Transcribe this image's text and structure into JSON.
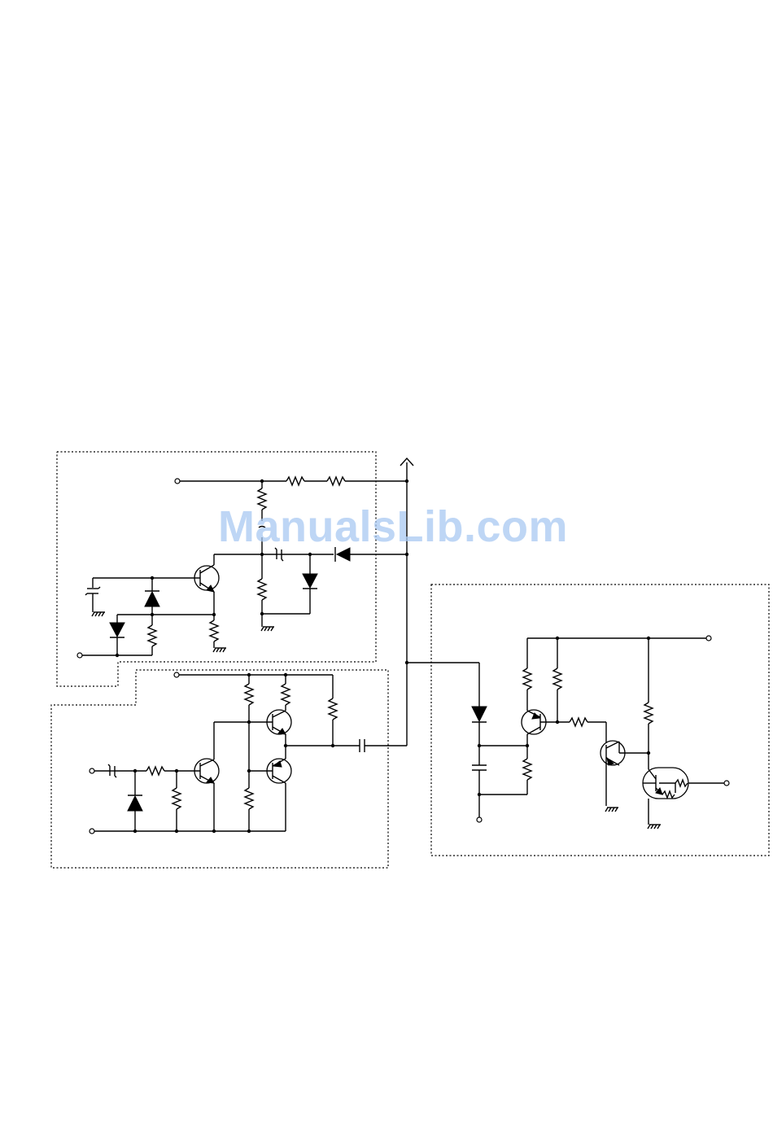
{
  "watermark": {
    "text": "ManualsLib.com",
    "color": "#a9c9f2"
  },
  "diagram": {
    "kind": "circuit-schematic",
    "line_color": "#000000",
    "background": "#ffffff",
    "blocks": [
      {
        "id": "block-top-left",
        "style": "dotted",
        "components": [
          "transistor-npn",
          "diode",
          "diode",
          "diode",
          "diode",
          "zener-diode",
          "capacitor",
          "resistor",
          "resistor",
          "resistor",
          "resistor",
          "resistor",
          "resistor"
        ]
      },
      {
        "id": "block-bottom-left",
        "style": "dotted",
        "components": [
          "transistor-npn",
          "transistor-npn",
          "transistor-pnp",
          "zener-diode",
          "diode",
          "capacitor",
          "resistor",
          "resistor",
          "resistor",
          "resistor",
          "resistor",
          "resistor"
        ]
      },
      {
        "id": "block-right",
        "style": "dotted",
        "components": [
          "transistor-pnp",
          "transistor-npn",
          "darlington-transistor",
          "diode",
          "capacitor",
          "resistor",
          "resistor",
          "resistor",
          "resistor",
          "resistor"
        ]
      }
    ],
    "icons": [
      "resistor-icon",
      "diode-icon",
      "zener-diode-icon",
      "capacitor-icon",
      "transistor-icon",
      "ground-icon",
      "terminal-icon",
      "arrow-up-icon"
    ]
  }
}
